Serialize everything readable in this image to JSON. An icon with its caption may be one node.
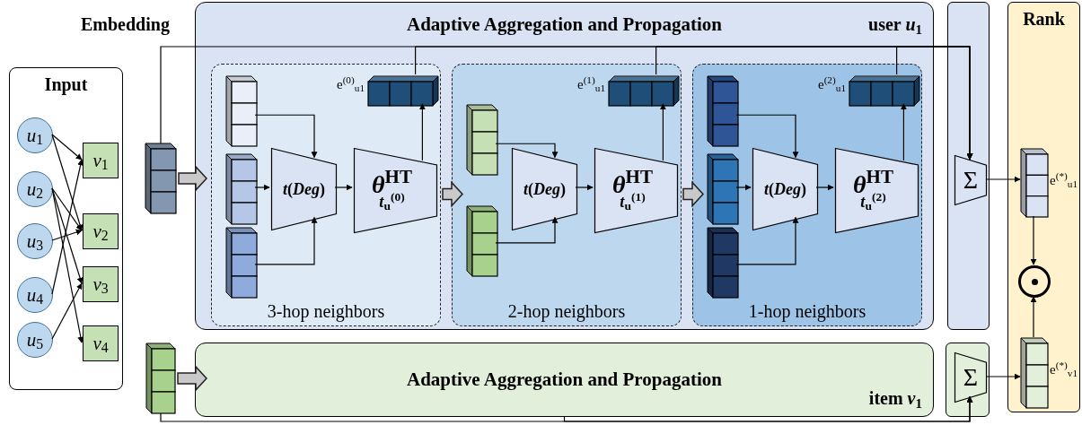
{
  "diagram": {
    "nodes": [
      {
        "text": [
          "Input"
        ]
      },
      {
        "text": [
          "*u*$_{1}$"
        ],
        "in": 0
      },
      {
        "text": [
          "*u*$_{2}$"
        ],
        "in": 0
      },
      {
        "text": [
          "*u*$_{3}$"
        ],
        "in": 0
      },
      {
        "text": [
          "*u*$_{4}$"
        ],
        "in": 0
      },
      {
        "text": [
          "*u*$_{5}$"
        ],
        "in": 0
      },
      {
        "text": [
          "*v*$_{1}$"
        ],
        "in": 0
      },
      {
        "text": [
          "*v*$_{2}$"
        ],
        "in": 0
      },
      {
        "text": [
          "*v*$_{3}$"
        ],
        "in": 0
      },
      {
        "text": [
          "*v*$_{4}$"
        ],
        "in": 0
      },
      {
        "text": [],
        "shape": "box"
      },
      {
        "text": [],
        "shape": "box"
      },
      {
        "text": [
          "Adaptive Aggregation and Propagation",
          "user *u*$_{1}$"
        ]
      },
      {
        "text": [
          "3-hop neighbors"
        ],
        "in": 12
      },
      {
        "text": [],
        "shape": "box",
        "in": 13
      },
      {
        "text": [],
        "shape": "box",
        "in": 13
      },
      {
        "text": [],
        "shape": "box",
        "in": 13
      },
      {
        "text": [
          "*t*(*Deg*)"
        ],
        "in": 13
      },
      {
        "text": [
          "*θ*$^{HT}$",
          "*t*$_{u}$$^{(0)}$"
        ],
        "in": 13
      },
      {
        "text": [],
        "shape": "box",
        "in": 13,
        "beside": [
          "e$^{(0)}$$_{u1}$"
        ]
      },
      {
        "text": [
          "2-hop neighbors"
        ],
        "in": 12
      },
      {
        "text": [],
        "shape": "box",
        "in": 20
      },
      {
        "text": [],
        "shape": "box",
        "in": 20
      },
      {
        "text": [
          "*t*(*Deg*)"
        ],
        "in": 20
      },
      {
        "text": [
          "*θ*$^{HT}$",
          "*t*$_{u}$$^{(1)}$"
        ],
        "in": 20
      },
      {
        "text": [],
        "shape": "box",
        "in": 20,
        "beside": [
          "e$^{(1)}$$_{u1}$"
        ]
      },
      {
        "text": [
          "1-hop neighbors"
        ],
        "in": 12
      },
      {
        "text": [],
        "shape": "box",
        "in": 26
      },
      {
        "text": [],
        "shape": "box",
        "in": 26
      },
      {
        "text": [],
        "shape": "box",
        "in": 26
      },
      {
        "text": [
          "*t*(*Deg*)"
        ],
        "in": 26
      },
      {
        "text": [
          "*θ*$^{HT}$",
          "*t*$_{u}$$^{(2)}$"
        ],
        "in": 26
      },
      {
        "text": [],
        "shape": "box",
        "in": 26,
        "beside": [
          "e$^{(2)}$$_{u1}$"
        ]
      },
      {
        "text": [
          "Adaptive Aggregation and Propagation",
          "item *v*$_{1}$"
        ]
      },
      {
        "text": [],
        "shape": "box"
      },
      {
        "text": [
          "Σ"
        ],
        "in": 34
      },
      {
        "text": [],
        "shape": "box"
      },
      {
        "text": [
          "Σ"
        ],
        "in": 36
      },
      {
        "text": [
          "Rank"
        ]
      },
      {
        "text": [],
        "shape": "box",
        "in": 38,
        "beside": [
          "e$^{(*)}$$_{u1}$"
        ]
      },
      {
        "text": [],
        "shape": "circle",
        "in": 38
      },
      {
        "text": [],
        "shape": "box",
        "in": 38,
        "beside": [
          "e$^{(*)}$$_{v1}$"
        ]
      }
    ],
    "edges": [
      {
        "from": 1,
        "to": 6,
        "arrow": "to"
      },
      {
        "from": 1,
        "to": 7,
        "arrow": "to"
      },
      {
        "from": 2,
        "to": 7,
        "arrow": "to"
      },
      {
        "from": 2,
        "to": 8,
        "arrow": "to"
      },
      {
        "from": 2,
        "to": 9,
        "arrow": "to"
      },
      {
        "from": 3,
        "to": 7,
        "arrow": "to"
      },
      {
        "from": 4,
        "to": 6,
        "arrow": "to"
      },
      {
        "from": 5,
        "to": 8,
        "arrow": "to"
      },
      {
        "from": 10,
        "to": 12,
        "arrow": "to",
        "style": "thick"
      },
      {
        "from": 10,
        "to": 35,
        "arrow": "to"
      },
      {
        "from": 14,
        "to": 17,
        "arrow": "to"
      },
      {
        "from": 15,
        "to": 17,
        "arrow": "to"
      },
      {
        "from": 16,
        "to": 17,
        "arrow": "to"
      },
      {
        "from": 17,
        "to": 18,
        "arrow": "to"
      },
      {
        "from": 18,
        "to": 19,
        "arrow": "to"
      },
      {
        "from": 19,
        "to": 35,
        "arrow": "to"
      },
      {
        "from": 13,
        "to": 20,
        "arrow": "to",
        "style": "thick"
      },
      {
        "from": 21,
        "to": 23,
        "arrow": "to"
      },
      {
        "from": 22,
        "to": 23,
        "arrow": "to"
      },
      {
        "from": 23,
        "to": 24,
        "arrow": "to"
      },
      {
        "from": 24,
        "to": 25,
        "arrow": "to"
      },
      {
        "from": 25,
        "to": 35,
        "arrow": "to"
      },
      {
        "from": 20,
        "to": 26,
        "arrow": "to",
        "style": "thick"
      },
      {
        "from": 27,
        "to": 30,
        "arrow": "to"
      },
      {
        "from": 28,
        "to": 30,
        "arrow": "to"
      },
      {
        "from": 29,
        "to": 30,
        "arrow": "to"
      },
      {
        "from": 30,
        "to": 31,
        "arrow": "to"
      },
      {
        "from": 31,
        "to": 32,
        "arrow": "to"
      },
      {
        "from": 32,
        "to": 35,
        "arrow": "to"
      },
      {
        "from": 11,
        "to": 33,
        "arrow": "to",
        "style": "thick"
      },
      {
        "from": 11,
        "to": 37,
        "arrow": "to"
      },
      {
        "from": 33,
        "to": 37,
        "arrow": "to"
      },
      {
        "from": 35,
        "to": 39,
        "arrow": "to"
      },
      {
        "from": 37,
        "to": 41,
        "arrow": "to"
      },
      {
        "from": 39,
        "to": 40,
        "arrow": "to"
      },
      {
        "from": 41,
        "to": 40,
        "arrow": "to"
      }
    ],
    "labels": [
      "Embedding"
    ]
  }
}
